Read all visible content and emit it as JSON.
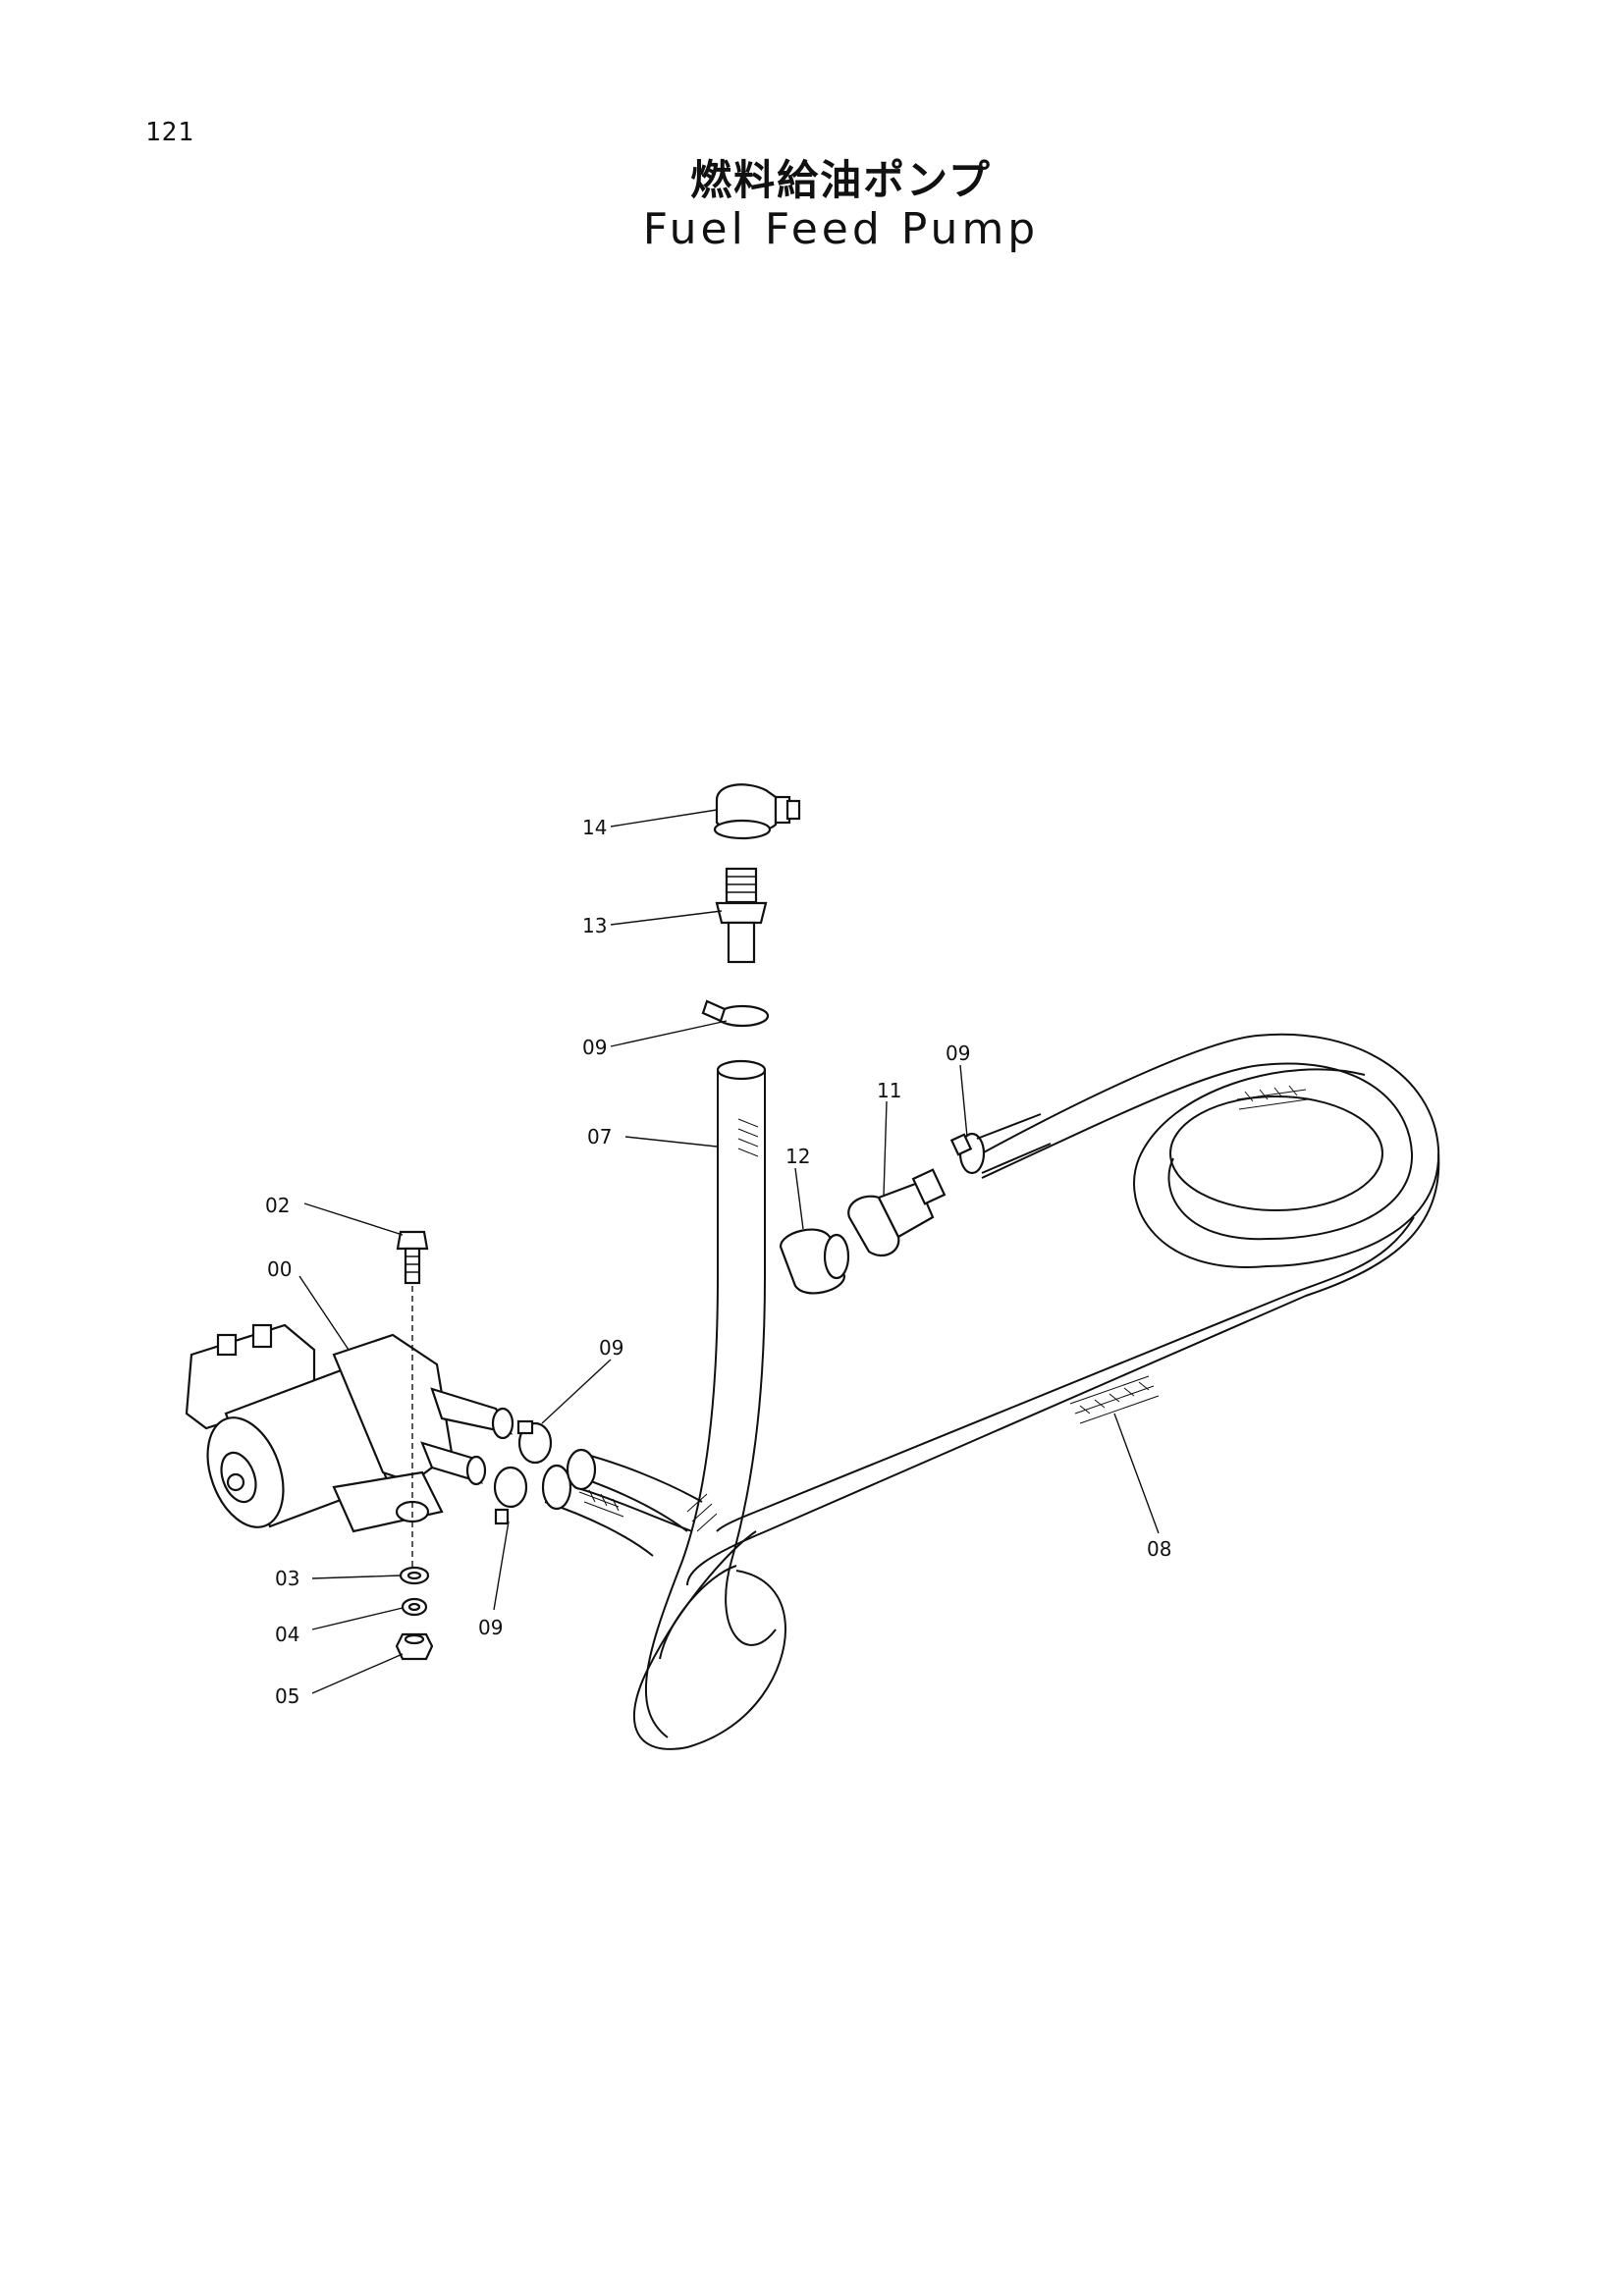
{
  "page": {
    "number": "121"
  },
  "title": {
    "japanese": "燃料給油ポンプ",
    "english": "Fuel Feed Pump"
  },
  "callouts": [
    {
      "id": "14",
      "label": "14"
    },
    {
      "id": "13",
      "label": "13"
    },
    {
      "id": "09a",
      "label": "09"
    },
    {
      "id": "07",
      "label": "07"
    },
    {
      "id": "12",
      "label": "12"
    },
    {
      "id": "11",
      "label": "11"
    },
    {
      "id": "09b",
      "label": "09"
    },
    {
      "id": "02",
      "label": "02"
    },
    {
      "id": "00",
      "label": "00"
    },
    {
      "id": "09c",
      "label": "09"
    },
    {
      "id": "03",
      "label": "03"
    },
    {
      "id": "04",
      "label": "04"
    },
    {
      "id": "05",
      "label": "05"
    },
    {
      "id": "09d",
      "label": "09"
    },
    {
      "id": "08",
      "label": "08"
    }
  ]
}
